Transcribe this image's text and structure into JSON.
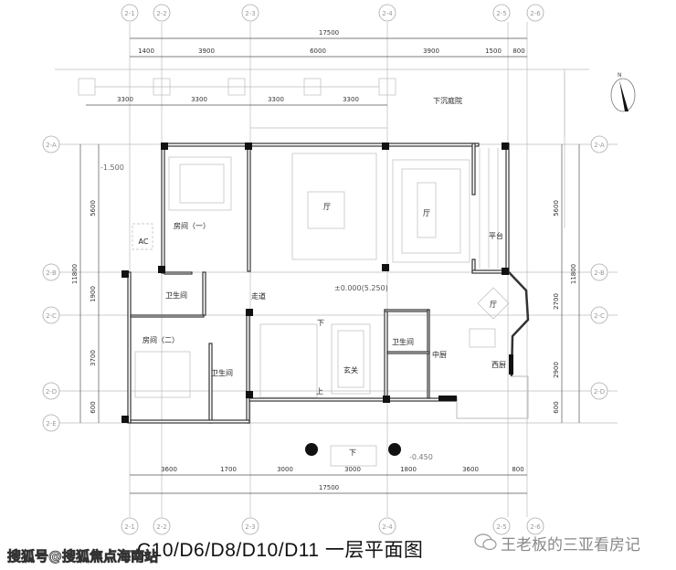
{
  "axes": {
    "columns": [
      "2-1",
      "2-2",
      "2-3",
      "2-4",
      "2-5",
      "2-6"
    ],
    "rows": [
      "2-A",
      "2-B",
      "2-C",
      "2-D",
      "2-E"
    ]
  },
  "dimensions": {
    "top_total": "17500",
    "top_segments": [
      "1400",
      "3900",
      "6000",
      "3900",
      "1500",
      "800"
    ],
    "canopy_segments": [
      "3300",
      "3300",
      "3300",
      "3300"
    ],
    "bottom_segments": [
      "3600",
      "1700",
      "3000",
      "3000",
      "1800",
      "3600",
      "800"
    ],
    "bottom_total": "17500",
    "left_segments": [
      "5600",
      "1900",
      "3700",
      "600"
    ],
    "left_total": "11800",
    "right_segments": [
      "5600",
      "2700",
      "2900",
      "600"
    ],
    "right_total": "11800"
  },
  "levels": {
    "sunken_yard_level": "-1.500",
    "floor_level": "±0.000(5.250)",
    "entry_level": "-0.450"
  },
  "rooms": {
    "sunken_courtyard": "下沉庭院",
    "bedroom_1": "房间（一）",
    "ac": "AC",
    "bath_1": "卫生间",
    "corridor": "走道",
    "bedroom_2": "房间（二）",
    "bath_2": "卫生间",
    "living": "厅",
    "dining": "厅",
    "terrace": "平台",
    "lounge": "厅",
    "stair_down": "下",
    "stair_up": "上",
    "bath_3": "卫生间",
    "chinese_kitchen": "中厨",
    "foyer": "玄关",
    "western_kitchen": "西厨",
    "entry_down": "下"
  },
  "north": "N",
  "title": "C10/D6/D8/D10/D11  一层平面图",
  "watermark_left": "搜狐号@搜狐焦点海南站",
  "watermark_right": "王老板的三亚看房记"
}
